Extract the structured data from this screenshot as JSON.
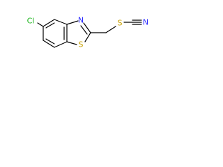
{
  "molecule": {
    "colors": {
      "bond": "#000000",
      "Cl": "#1fb51f",
      "N": "#2a2aff",
      "S": "#c8a000"
    },
    "atoms": {
      "chlorine": "Cl",
      "thiazole_nitrogen": "N",
      "thiazole_sulfur": "S",
      "thiocyanate_sulfur": "S",
      "nitrile_nitrogen": "N"
    }
  }
}
